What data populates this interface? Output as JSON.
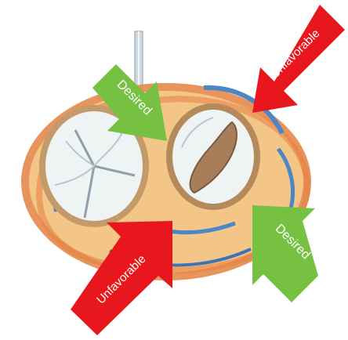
{
  "arrows": {
    "top_left": {
      "label": "Desired",
      "color": "#77c142",
      "semantic": "arrow-pointing-to-target"
    },
    "top_right": {
      "label": "Unfavorable",
      "color": "#e8171e",
      "semantic": "arrow-pointing-to-target"
    },
    "bottom_left": {
      "label": "Unfavorable",
      "color": "#e8171e",
      "semantic": "arrow-pointing-to-target"
    },
    "bottom_right": {
      "label": "Desired",
      "color": "#77c142",
      "semantic": "arrow-pointing-to-target"
    }
  },
  "colors": {
    "background": "#ffffff",
    "tissue_orange": "#e9a25a",
    "tissue_light": "#f4c88a",
    "vessel_blue": "#4a86c8",
    "valve_rim": "#b48a5c",
    "leaflet_white": "#eef3f4"
  }
}
